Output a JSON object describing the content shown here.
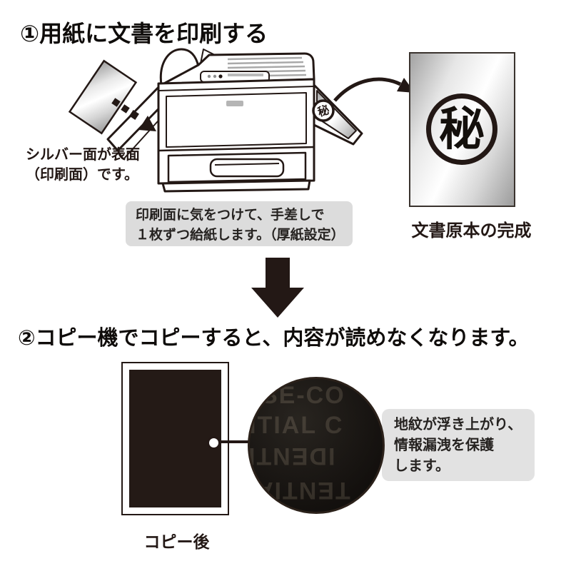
{
  "colors": {
    "ink": "#231815",
    "note_box_bg": "#dcdcdc",
    "callout_bg": "#e2e2e2",
    "copy_fill": "#241a16",
    "magnifier_bg": "#17130f",
    "silver_light": "#ffffff",
    "silver_dark": "#9c9c9c"
  },
  "section1": {
    "heading": "①用紙に文書を印刷する",
    "side_note": {
      "line1": "シルバー面が表面",
      "line2": "（印刷面）です。"
    },
    "feed_note": {
      "line1": "印刷面に気をつけて、手差しで",
      "line2": "１枚ずつ給紙します。（厚紙設定）"
    },
    "stamp": "秘",
    "result_label": "文書原本の完成"
  },
  "section2": {
    "heading": "②コピー機でコピーすると、内容が読めなくなります。",
    "copy_label": "コピー後",
    "magnifier": {
      "rows": [
        "SE-CO",
        "NTIAL C",
        "IDENTI",
        "TENTIA"
      ]
    },
    "callout": {
      "line1": "地紋が浮き上がり、",
      "line2": "情報漏洩を保護",
      "line3": "します。"
    }
  }
}
